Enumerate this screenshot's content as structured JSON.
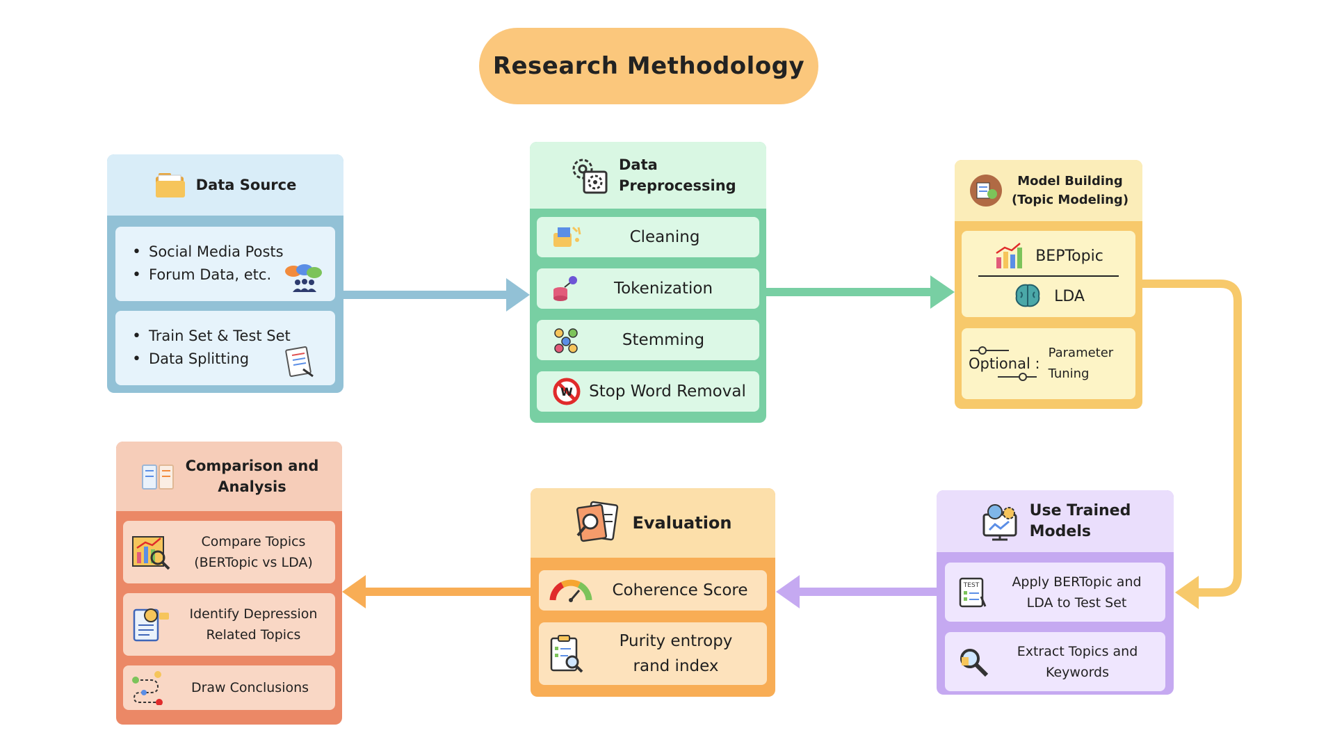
{
  "title": "Research Methodology",
  "data_source": {
    "title": "Data Source",
    "card1": [
      "Social Media Posts",
      "Forum Data, etc."
    ],
    "card2": [
      "Train Set & Test Set",
      "Data Splitting"
    ]
  },
  "preprocessing": {
    "title_line1": "Data",
    "title_line2": "Preprocessing",
    "steps": [
      "Cleaning",
      "Tokenization",
      "Stemming",
      "Stop Word Removal"
    ]
  },
  "model_building": {
    "title_line1": "Model Building",
    "title_line2": "(Topic Modeling)",
    "models": [
      "BEPTopic",
      "LDA"
    ],
    "optional_label": "Optional",
    "optional_colon": ":",
    "optional_line1": "Parameter",
    "optional_line2": "Tuning"
  },
  "use_models": {
    "title_line1": "Use Trained",
    "title_line2": "Models",
    "card1_line1": "Apply BERTopic and",
    "card1_line2": "LDA to Test Set",
    "card2_line1": "Extract Topics and",
    "card2_line2": "Keywords",
    "test_badge": "TEST"
  },
  "evaluation": {
    "title": "Evaluation",
    "card1": "Coherence Score",
    "card2_line1": "Purity entropy",
    "card2_line2": "rand index"
  },
  "comparison": {
    "title_line1": "Comparison and",
    "title_line2": "Analysis",
    "card1_line1": "Compare Topics",
    "card1_line2": "(BERTopic vs LDA)",
    "card2_line1": "Identify Depression",
    "card2_line2": "Related Topics",
    "card3": "Draw Conclusions"
  },
  "colors": {
    "source": "#92c1d6",
    "preprocessing": "#78cfa3",
    "model": "#f7c96b",
    "use": "#c5a9f1",
    "evaluation": "#f8ad55",
    "comparison": "#eb8866",
    "title": "#fbc77c"
  },
  "icons": {
    "source": "folder-icon",
    "preprocessing": "gears-icon",
    "model": "model-icon",
    "use": "ai-brain-icon",
    "evaluation": "test-report-icon",
    "comparison": "comparison-icon"
  }
}
